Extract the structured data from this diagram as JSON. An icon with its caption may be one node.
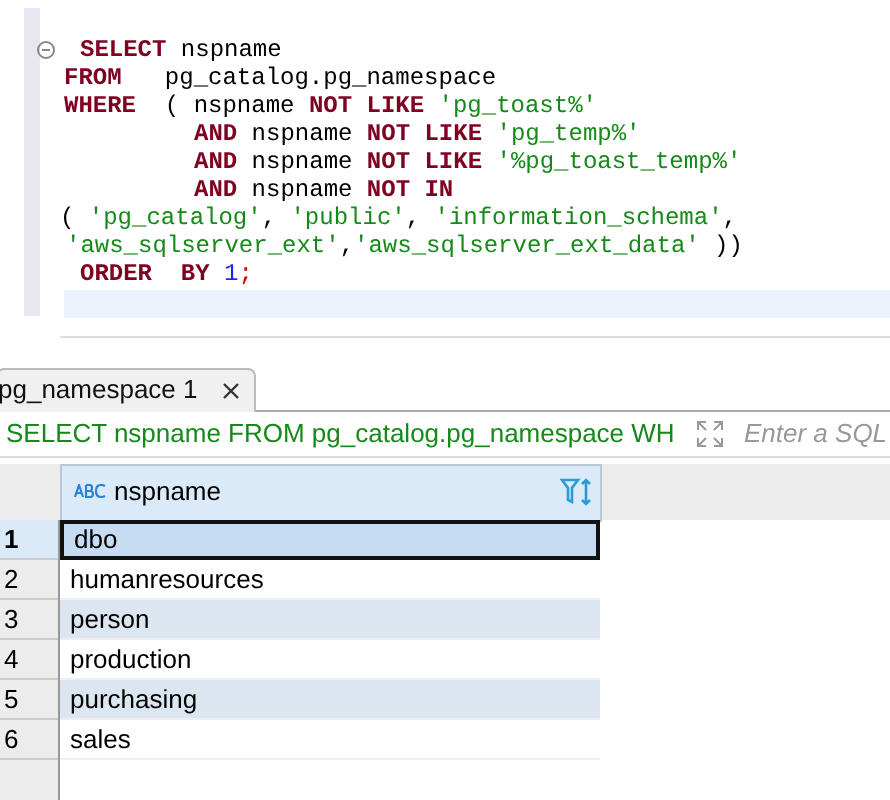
{
  "diagram": {
    "labels": [
      "SELECT nspname",
      "FROM   pg_catalog.pg_namespace",
      "WHERE  ( nspname NOT LIKE 'pg_toast%'",
      "AND nspname NOT LIKE 'pg_temp%'",
      "AND nspname NOT LIKE '%pg_toast_temp%'",
      "AND nspname NOT IN",
      "( 'pg_catalog', 'public', 'information_schema',",
      "'aws_sqlserver_ext','aws_sqlserver_ext_data' ))",
      "ORDER  BY 1;",
      "pg_namespace 1",
      "SELECT nspname FROM pg_catalog.pg_namespace WH",
      "Enter a SQL",
      "nspname",
      "1",
      "dbo",
      "2",
      "humanresources",
      "3",
      "person",
      "4",
      "production",
      "5",
      "purchasing",
      "6",
      "sales"
    ]
  }
}
